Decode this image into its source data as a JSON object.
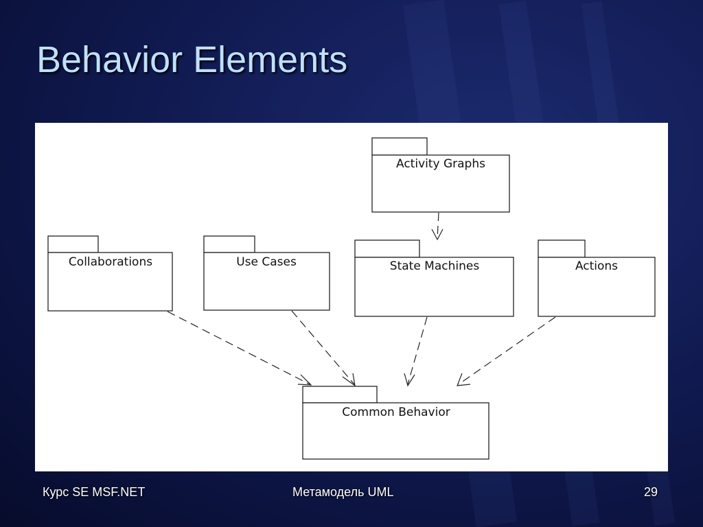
{
  "slide": {
    "title": "Behavior Elements"
  },
  "diagram": {
    "packages": {
      "activity_graphs": "Activity Graphs",
      "collaborations": "Collaborations",
      "use_cases": "Use Cases",
      "state_machines": "State Machines",
      "actions": "Actions",
      "common_behavior": "Common Behavior"
    },
    "dependencies": [
      {
        "from": "Activity Graphs",
        "to": "State Machines"
      },
      {
        "from": "Collaborations",
        "to": "Common Behavior"
      },
      {
        "from": "Use Cases",
        "to": "Common Behavior"
      },
      {
        "from": "State Machines",
        "to": "Common Behavior"
      },
      {
        "from": "Actions",
        "to": "Common Behavior"
      }
    ]
  },
  "footer": {
    "left": "Курс SE MSF.NET",
    "center": "Метамодель UML",
    "page_number": "29"
  },
  "colors": {
    "title": "#bfe0ff",
    "background": "#0c1442",
    "canvas": "#ffffff"
  }
}
